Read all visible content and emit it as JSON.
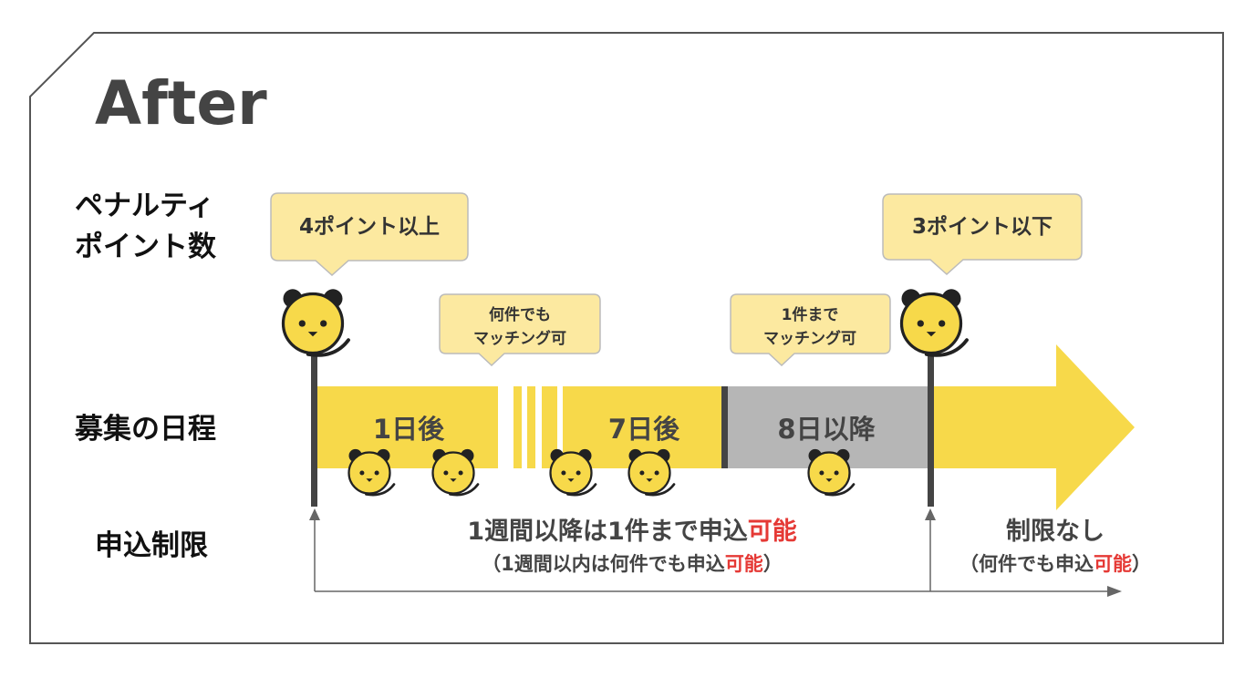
{
  "title": "After",
  "rows": {
    "penalty_line1": "ペナルティ",
    "penalty_line2": "ポイント数",
    "schedule": "募集の日程",
    "restriction": "申込制限"
  },
  "callouts": {
    "points_high": "4ポイント以上",
    "points_low": "3ポイント以下",
    "any_line1": "何件でも",
    "any_line2": "マッチング可",
    "one_line1": "1件まで",
    "one_line2": "マッチング可"
  },
  "timeline": {
    "day1": "1日後",
    "day7": "7日後",
    "day8": "8日以降"
  },
  "restrictions": {
    "main_prefix": "1週間以降は1件まで申込",
    "main_emph": "可能",
    "sub_prefix": "（1週間以内は何件でも申込",
    "sub_emph": "可能",
    "sub_suffix": "）",
    "none": "制限なし",
    "none_sub_prefix": "（何件でも申込",
    "none_sub_emph": "可能",
    "none_sub_suffix": "）"
  },
  "colors": {
    "yellow": "#F7D94A",
    "callout_bg": "#FCE9A0",
    "gray": "#B6B6B6",
    "dark": "#444444",
    "accent_red": "#E53935",
    "frame": "#555555"
  },
  "icons": [
    "panda-mascot-icon",
    "arrow-right-icon",
    "arrow-up-icon"
  ]
}
